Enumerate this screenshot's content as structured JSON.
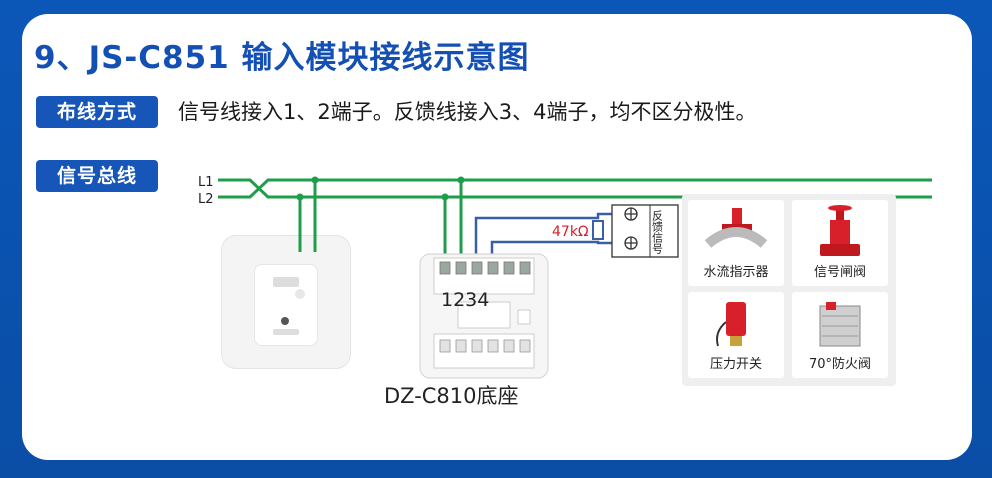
{
  "title": "9、JS-C851 输入模块接线示意图",
  "wiring_tag": "布线方式",
  "wiring_desc": "信号线接入1、2端子。反馈线接入3、4端子，均不区分极性。",
  "bus_tag": "信号总线",
  "bus_lines": {
    "l1": "L1",
    "l2": "L2"
  },
  "resistor_label": "47kΩ",
  "feedback_label": "反馈信号",
  "terminal_numbers": "1234",
  "base_label": "DZ-C810底座",
  "devices": [
    {
      "label": "水流指示器"
    },
    {
      "label": "信号闸阀"
    },
    {
      "label": "压力开关"
    },
    {
      "label": "70°防火阀"
    }
  ],
  "colors": {
    "title": "#1450b4",
    "tag_bg": "#1556b8",
    "bus_wire": "#1f9e4a",
    "feedback_wire": "#3a5fa8",
    "resistor_text": "#d8202a"
  }
}
